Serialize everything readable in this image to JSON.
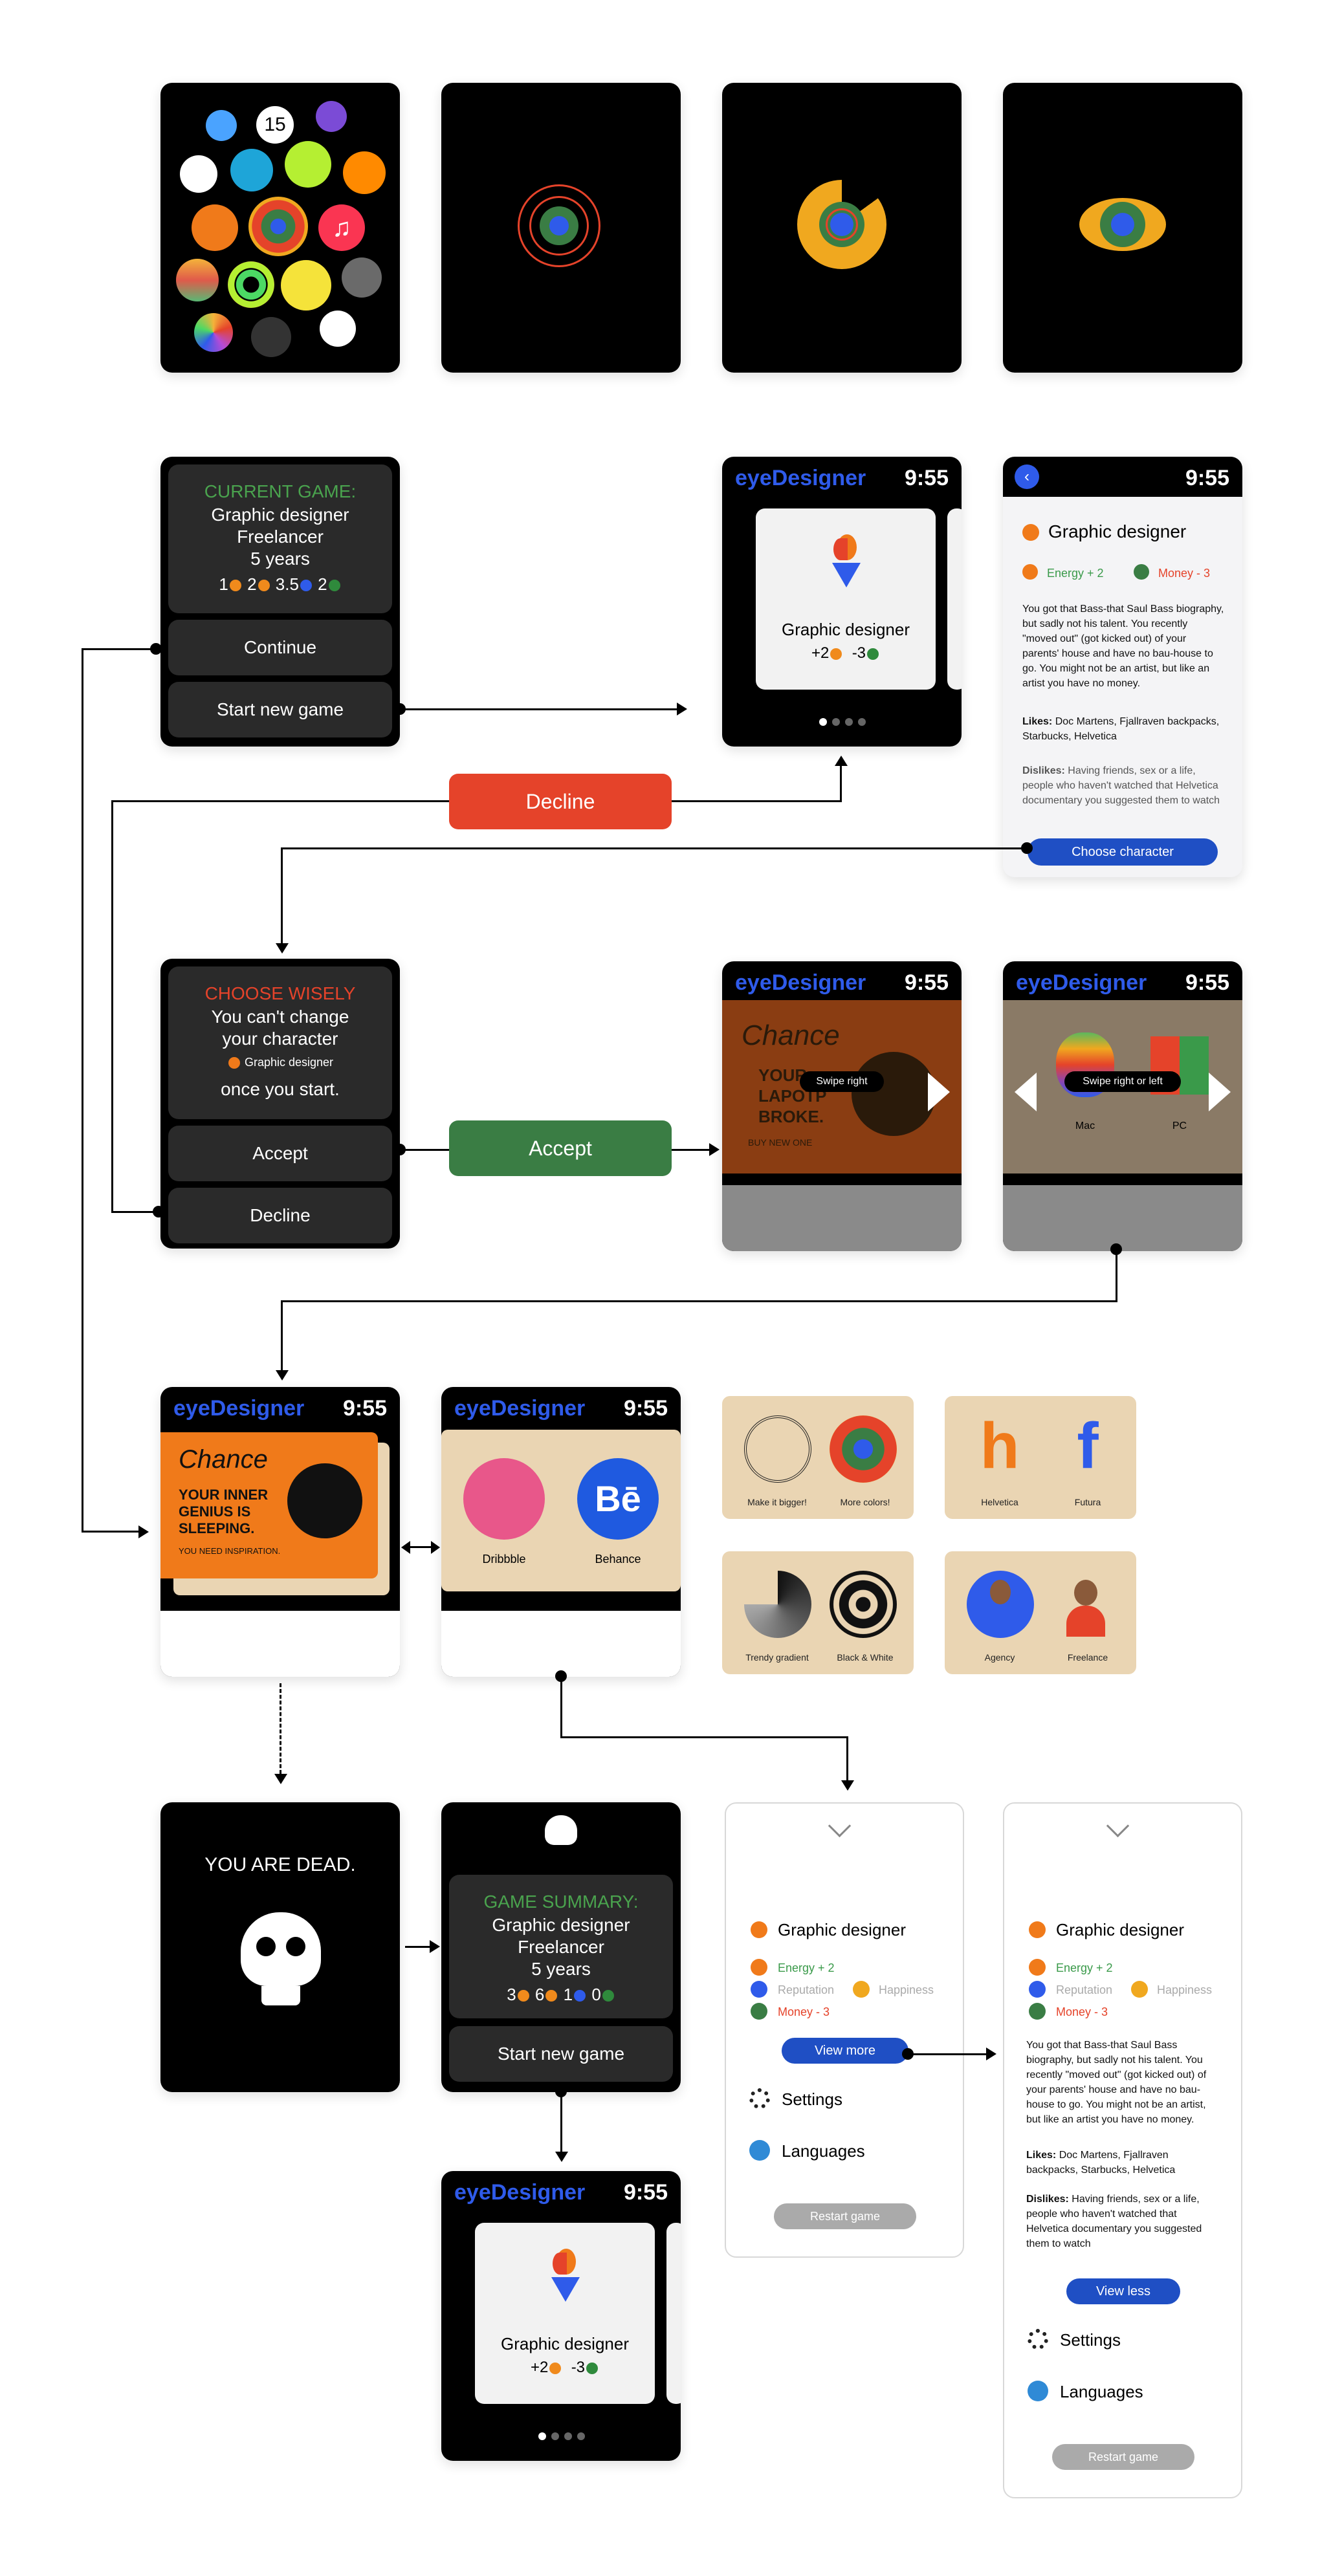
{
  "app": {
    "name": "eyeDesigner",
    "time": "9:55"
  },
  "home": {
    "clock_badge": "15"
  },
  "current_game": {
    "heading": "CURRENT GAME:",
    "role": "Graphic designer",
    "type": "Freelancer",
    "years": "5 years",
    "stats": [
      {
        "value": "1",
        "color": "#f08a1c"
      },
      {
        "value": "2",
        "color": "#f08a1c"
      },
      {
        "value": "3.5",
        "color": "#2f5bea"
      },
      {
        "value": "2",
        "color": "#2f8a3c"
      }
    ],
    "continue_label": "Continue",
    "new_game_label": "Start new game"
  },
  "flow": {
    "decline_label": "Decline",
    "accept_label": "Accept"
  },
  "character_card": {
    "name": "Graphic designer",
    "stats": [
      {
        "value": "+2",
        "color": "#f08a1c"
      },
      {
        "value": "-3",
        "color": "#2f8a3c"
      }
    ]
  },
  "character_detail": {
    "name": "Graphic designer",
    "energy": "Energy + 2",
    "money": "Money - 3",
    "bio": "You got that Bass-that Saul Bass biography, but sadly not his talent. You recently \"moved out\" (got kicked out) of your parents' house and have no bau-house to go. You might not be an artist, but like an artist you have no money.",
    "likes_label": "Likes:",
    "likes": "Doc Martens, Fjallraven backpacks, Starbucks, Helvetica",
    "dislikes_label": "Dislikes:",
    "dislikes": "Having friends, sex or a life, people who haven't watched that Helvetica documentary you suggested them to watch",
    "choose_label": "Choose character"
  },
  "choose_wisely": {
    "heading": "CHOOSE WISELY",
    "line1": "You can't change",
    "line2": "your character",
    "role": "Graphic designer",
    "line3": "once you start.",
    "accept_label": "Accept",
    "decline_label": "Decline"
  },
  "cards": {
    "chance": "Chance",
    "laptop_text": "YOUR LAPOTP BROKE.",
    "laptop_sub": "BUY NEW ONE",
    "swipe_right": "Swipe right",
    "swipe_either": "Swipe right or left",
    "mac": "Mac",
    "pc": "PC",
    "genius_text": "YOUR INNER GENIUS IS SLEEPING.",
    "genius_sub": "YOU NEED INSPIRATION.",
    "dribbble": "Dribbble",
    "behance": "Behance",
    "behance_logo": "Bē"
  },
  "options": [
    {
      "a": "Make it bigger!",
      "b": "More colors!"
    },
    {
      "a": "Helvetica",
      "b": "Futura",
      "a_glyph": "h",
      "b_glyph": "f"
    },
    {
      "a": "Trendy gradient",
      "b": "Black & White"
    },
    {
      "a": "Agency",
      "b": "Freelance"
    }
  ],
  "dead": {
    "text": "YOU ARE DEAD."
  },
  "summary": {
    "heading": "GAME SUMMARY:",
    "role": "Graphic designer",
    "type": "Freelancer",
    "years": "5 years",
    "stats": [
      {
        "value": "3",
        "color": "#f08a1c"
      },
      {
        "value": "6",
        "color": "#f08a1c"
      },
      {
        "value": "1",
        "color": "#2f5bea"
      },
      {
        "value": "0",
        "color": "#2f8a3c"
      }
    ],
    "new_game_label": "Start new game"
  },
  "menu": {
    "role": "Graphic designer",
    "energy": "Energy + 2",
    "reputation": "Reputation",
    "happiness": "Happiness",
    "money": "Money - 3",
    "view_more": "View more",
    "view_less": "View less",
    "settings": "Settings",
    "languages": "Languages",
    "restart": "Restart game",
    "bio": "You got that Bass-that Saul Bass biography, but sadly not his talent. You recently \"moved out\" (got kicked out) of your parents' house and have no bau-house to go. You might not be an artist, but like an artist you have no money.",
    "likes_label": "Likes:",
    "likes": "Doc Martens, Fjallraven backpacks, Starbucks, Helvetica",
    "dislikes_label": "Dislikes:",
    "dislikes": "Having friends, sex or a life, people who haven't watched that Helvetica documentary you suggested them to watch"
  },
  "colors": {
    "accent_blue": "#2f5bea",
    "red": "#e5432a",
    "green": "#3a7d44",
    "orange": "#f07a1a",
    "tan": "#ead5b3"
  }
}
